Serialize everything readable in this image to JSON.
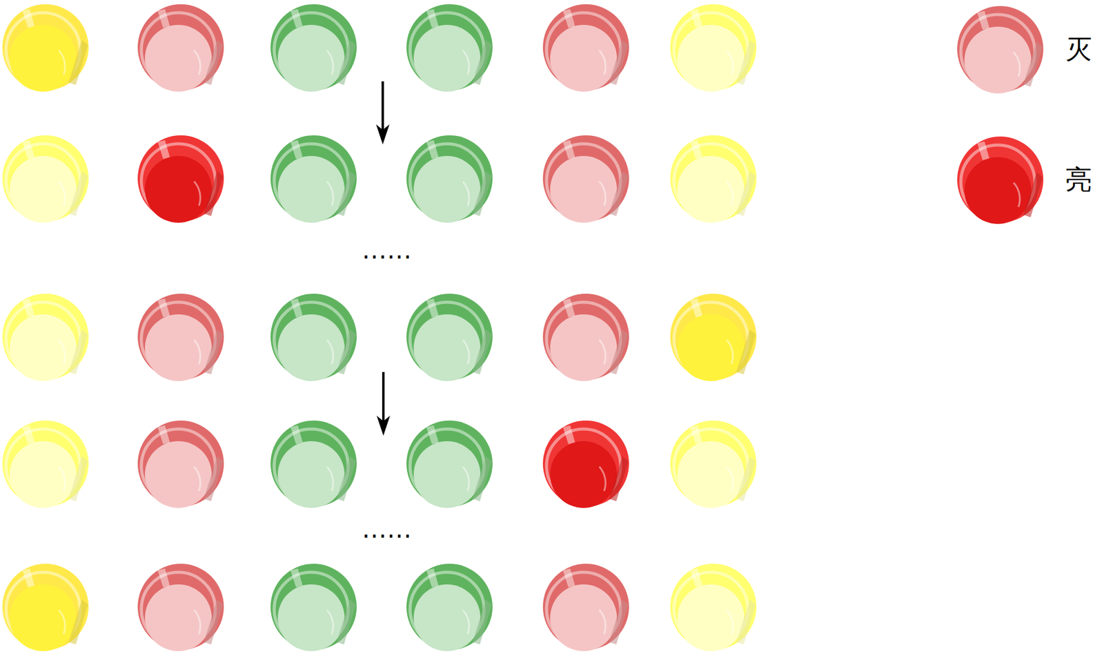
{
  "diagram": {
    "labels": [
      "......",
      "......"
    ],
    "legend": [
      {
        "text": "灭"
      },
      {
        "text": "亮"
      }
    ]
  }
}
